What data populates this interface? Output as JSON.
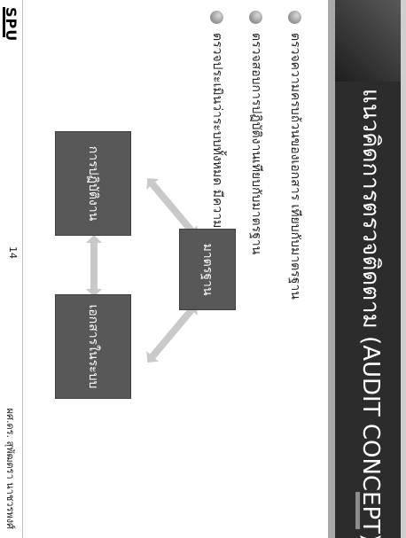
{
  "slide": {
    "title": "แนวคิดการตรวจติดตาม (AUDIT CONCEPT)",
    "bullets": [
      "ตรวจความครบถ้วนของเอกสาร เทียบกับมาตรฐาน",
      "ตรวจสอบการปฏิบัติงานเทียบกับมาตรฐาน",
      "ตรวจประเมินว่าระบบทั้งหมด มีความสอดคล้องกัน"
    ],
    "diagram": {
      "standard": "มาตรฐาน",
      "operations": "การปฏิบัติงาน",
      "documents": "เอกสารในระบบ"
    }
  },
  "footer": {
    "logo": "SPU",
    "page_number": "14",
    "author": "ผศ.ดร. สุพัฒตรา นาชวรพงศ์"
  },
  "colors": {
    "header": "#2c2c2c",
    "box": "#585858",
    "arrow": "#c9c9c9"
  }
}
